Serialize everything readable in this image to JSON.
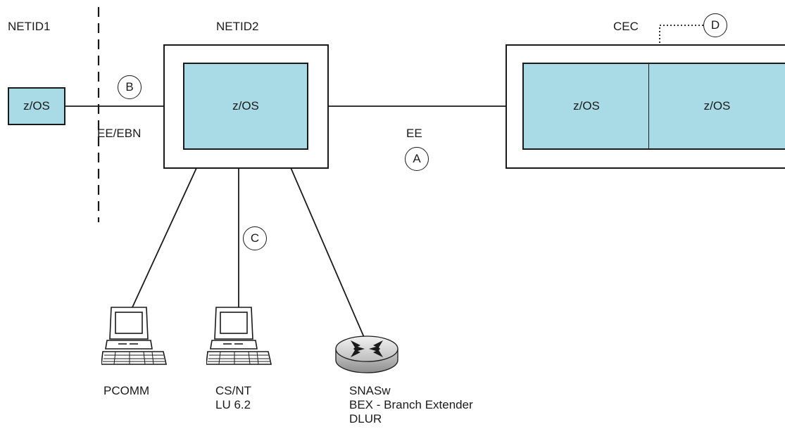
{
  "domains": {
    "left": "NETID1",
    "middle": "NETID2",
    "right": "CEC"
  },
  "hosts": {
    "netid1": "z/OS",
    "netid2": "z/OS",
    "cec_left": "z/OS",
    "cec_right": "z/OS"
  },
  "links": {
    "ee_ebn": "EE/EBN",
    "ee": "EE"
  },
  "markers": {
    "a": "A",
    "b": "B",
    "c": "C",
    "d": "D"
  },
  "devices": {
    "pcomm": {
      "line1": "PCOMM"
    },
    "csnt": {
      "line1": "CS/NT",
      "line2": "LU 6.2"
    },
    "snasw": {
      "line1": "SNASw",
      "line2": "BEX - Branch Extender",
      "line3": "DLUR"
    }
  },
  "colors": {
    "host_fill": "#a8dbe6",
    "stroke": "#1a1a1a"
  },
  "icons": {
    "workstation": "computer-terminal-icon",
    "router": "router-icon"
  }
}
